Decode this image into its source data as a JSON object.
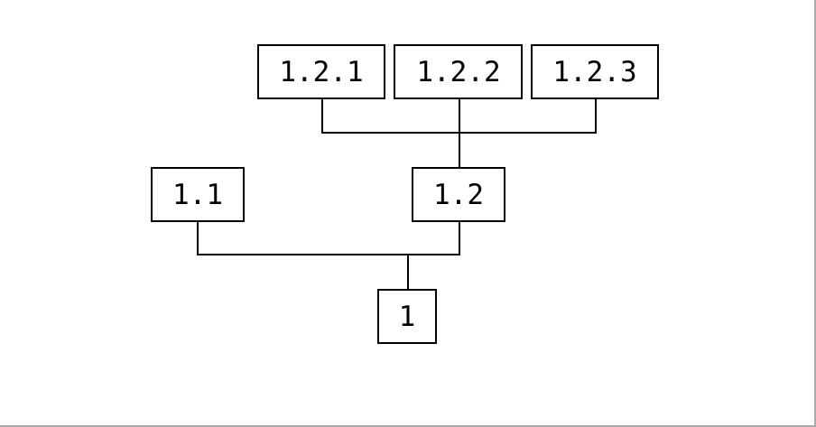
{
  "tree": {
    "nodes": [
      {
        "id": "n1",
        "label": "1"
      },
      {
        "id": "n11",
        "label": "1.1"
      },
      {
        "id": "n12",
        "label": "1.2"
      },
      {
        "id": "n121",
        "label": "1.2.1"
      },
      {
        "id": "n122",
        "label": "1.2.2"
      },
      {
        "id": "n123",
        "label": "1.2.3"
      }
    ],
    "edges": [
      {
        "parent": "n1",
        "children": [
          "n11",
          "n12"
        ]
      },
      {
        "parent": "n12",
        "children": [
          "n121",
          "n122",
          "n123"
        ]
      }
    ]
  },
  "colors": {
    "stroke": "#000000",
    "background": "#ffffff",
    "frame": "#a9a9a9"
  }
}
